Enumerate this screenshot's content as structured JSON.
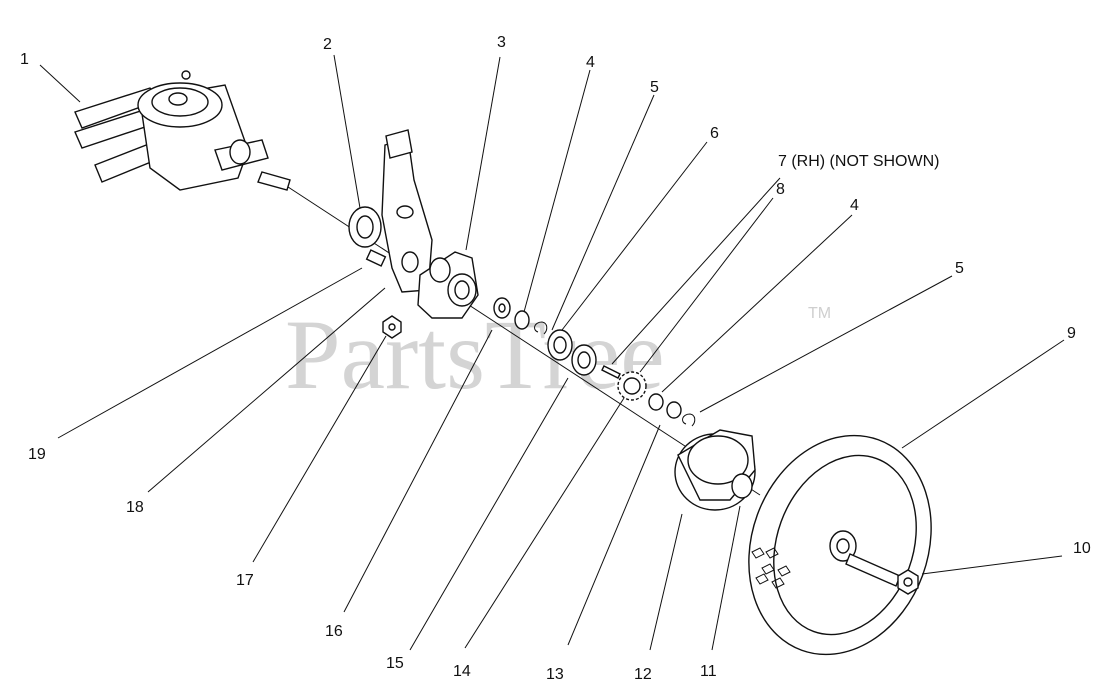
{
  "watermark": {
    "text": "PartsTree",
    "trademark": "TM"
  },
  "callouts": [
    {
      "id": "c1",
      "text": "1"
    },
    {
      "id": "c2",
      "text": "2"
    },
    {
      "id": "c3",
      "text": "3"
    },
    {
      "id": "c4a",
      "text": "4"
    },
    {
      "id": "c5a",
      "text": "5"
    },
    {
      "id": "c6",
      "text": "6"
    },
    {
      "id": "c7",
      "text": "7 (RH) (NOT SHOWN)"
    },
    {
      "id": "c8",
      "text": "8"
    },
    {
      "id": "c4b",
      "text": "4"
    },
    {
      "id": "c5b",
      "text": "5"
    },
    {
      "id": "c9",
      "text": "9"
    },
    {
      "id": "c10",
      "text": "10"
    },
    {
      "id": "c11",
      "text": "11"
    },
    {
      "id": "c12",
      "text": "12"
    },
    {
      "id": "c13",
      "text": "13"
    },
    {
      "id": "c14",
      "text": "14"
    },
    {
      "id": "c15",
      "text": "15"
    },
    {
      "id": "c16",
      "text": "16"
    },
    {
      "id": "c17",
      "text": "17"
    },
    {
      "id": "c18",
      "text": "18"
    },
    {
      "id": "c19",
      "text": "19"
    }
  ]
}
